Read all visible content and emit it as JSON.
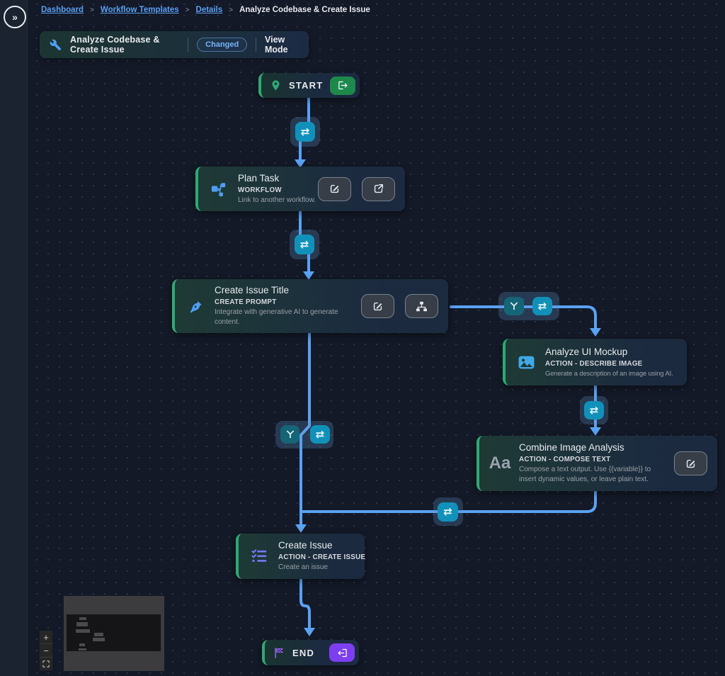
{
  "breadcrumb": {
    "separator": ">",
    "items": [
      {
        "label": "Dashboard"
      },
      {
        "label": "Workflow Templates"
      },
      {
        "label": "Details"
      },
      {
        "label": "Analyze Codebase & Create Issue"
      }
    ]
  },
  "header": {
    "title": "Analyze Codebase & Create Issue",
    "badge": "Changed",
    "view_mode": "View Mode"
  },
  "sidebar": {
    "expand_glyph": "»"
  },
  "flow": {
    "start": {
      "label": "START"
    },
    "plan_task": {
      "title": "Plan Task",
      "type": "WORKFLOW",
      "description": "Link to another workflow."
    },
    "create_issue_title": {
      "title": "Create Issue Title",
      "type": "CREATE PROMPT",
      "description": "Integrate with generative AI to generate content."
    },
    "analyze_ui_mockup": {
      "title": "Analyze UI Mockup",
      "type": "ACTION - DESCRIBE IMAGE",
      "description": "Generate a description of an image using AI."
    },
    "combine_image_analysis": {
      "title": "Combine Image Analysis",
      "type": "ACTION - COMPOSE TEXT",
      "description": "Compose a text output. Use {{variable}} to insert dynamic values, or leave plain text.",
      "icon_glyph": "Aa"
    },
    "create_issue": {
      "title": "Create Issue",
      "type": "ACTION - CREATE ISSUE",
      "description": "Create an issue"
    },
    "end": {
      "label": "END"
    }
  },
  "icons": {
    "swap_glyph": "⇄"
  },
  "controls": {
    "zoom_in": "+",
    "zoom_out": "−"
  },
  "colors": {
    "edge": "#59a2f3",
    "node_border_green": "#2fa874",
    "accent_blue": "#4e9df6",
    "connector_teal": "#1191ba",
    "branch_teal": "#156577",
    "start_button_green": "#1d8a4c",
    "end_button_purple": "#7d3ef0",
    "badge_text": "#78b3f8",
    "create_issue_icon_purple": "#7779f3",
    "end_flag_purple": "#a06af8"
  }
}
